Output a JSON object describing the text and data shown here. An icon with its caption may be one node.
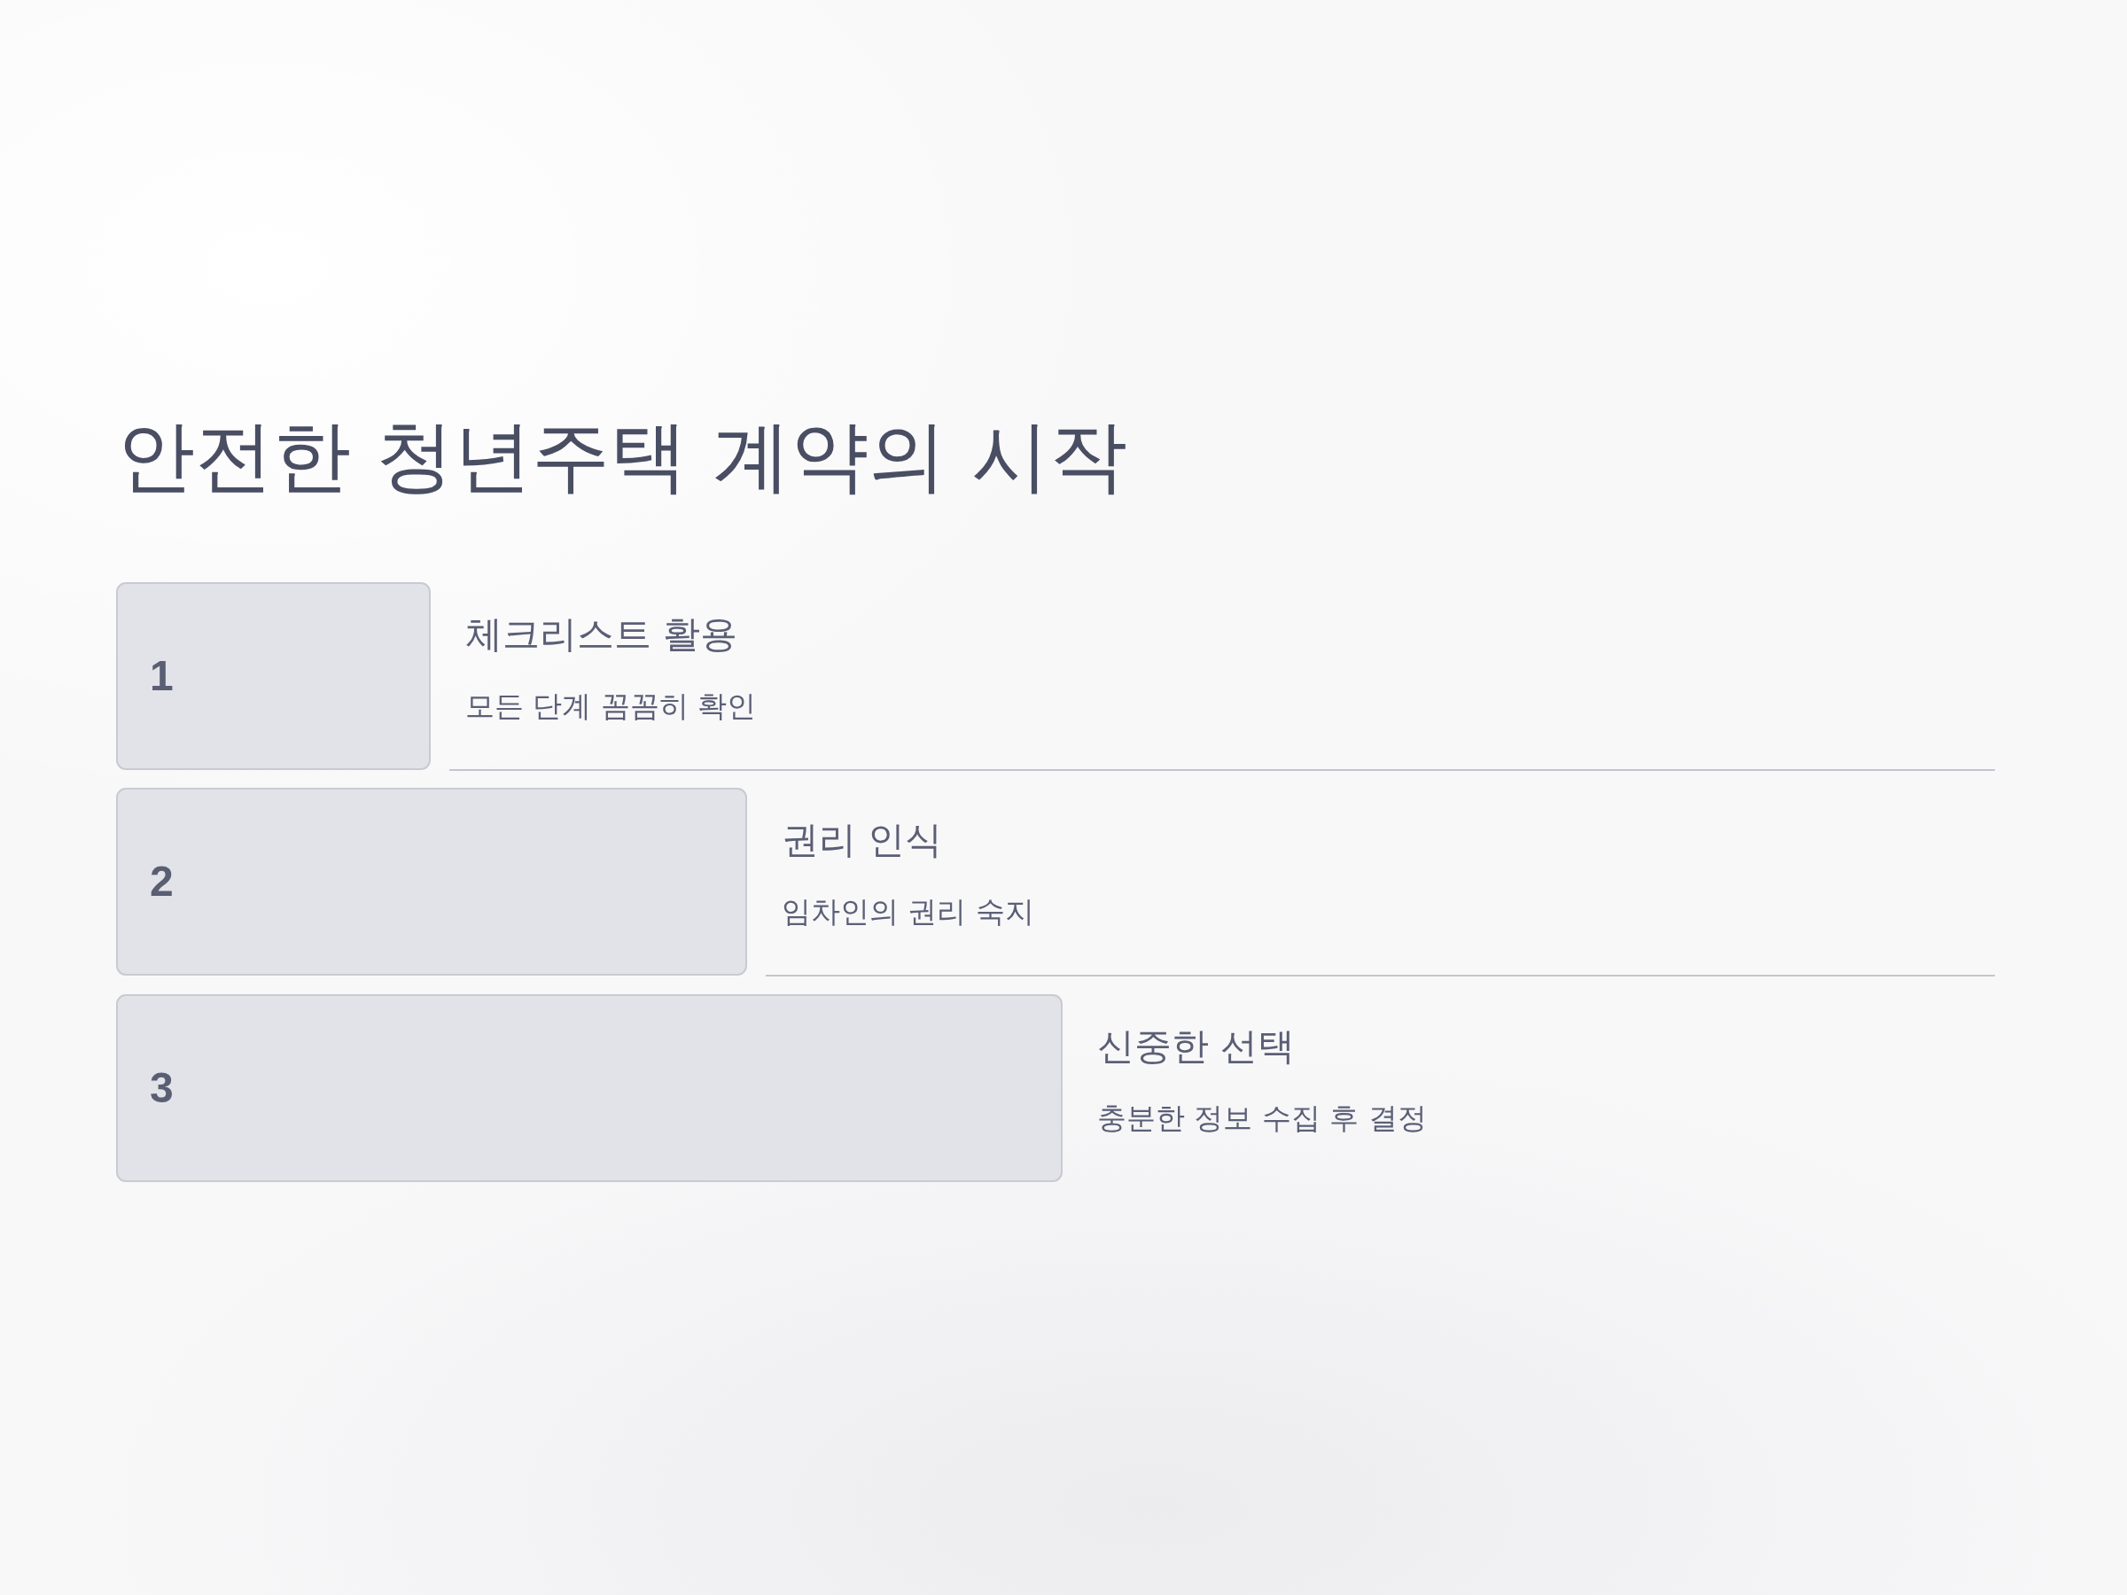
{
  "diagram": {
    "title": "안전한 청년주택 계약의 시작",
    "nodes": [
      {
        "text": [
          "1"
        ],
        "beside": [
          "체크리스트 활용",
          "모든 단계 꼼꼼히 확인"
        ]
      },
      {
        "text": [
          "2"
        ],
        "beside": [
          "권리 인식",
          "임차인의 권리 숙지"
        ]
      },
      {
        "text": [
          "3"
        ],
        "beside": [
          "신중한 선택",
          "충분한 정보 수집 후 결정"
        ]
      }
    ]
  }
}
